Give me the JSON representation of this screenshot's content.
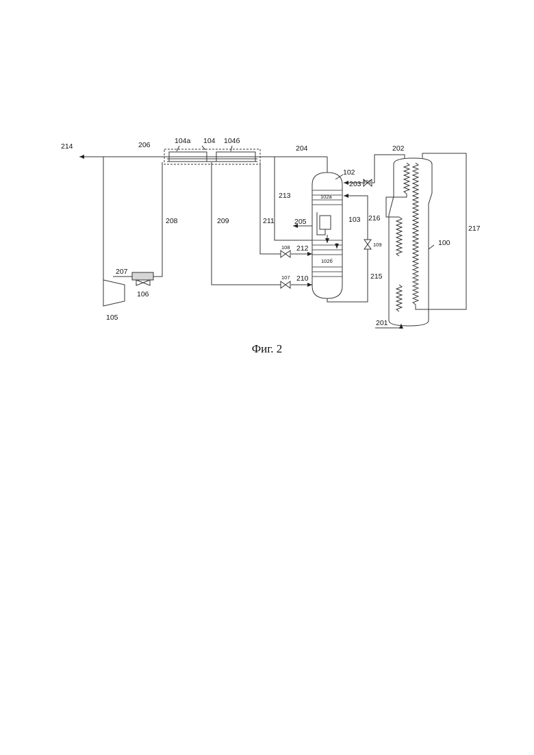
{
  "figure": {
    "caption": "Фиг. 2"
  },
  "labels": {
    "l214": "214",
    "l206": "206",
    "l104a": "104а",
    "l104": "104",
    "l104b": "104б",
    "l204": "204",
    "l202": "202",
    "l102": "102",
    "l203": "203",
    "l101": "101",
    "l102a": "102а",
    "l213": "213",
    "l208": "208",
    "l209": "209",
    "l211": "211",
    "l205": "205",
    "l103": "103",
    "l216": "216",
    "l217": "217",
    "l109": "109",
    "l108": "108",
    "l212": "212",
    "l100": "100",
    "l102b": "102б",
    "l207": "207",
    "l107": "107",
    "l210": "210",
    "l215": "215",
    "l106": "106",
    "l105": "105",
    "l201": "201"
  }
}
